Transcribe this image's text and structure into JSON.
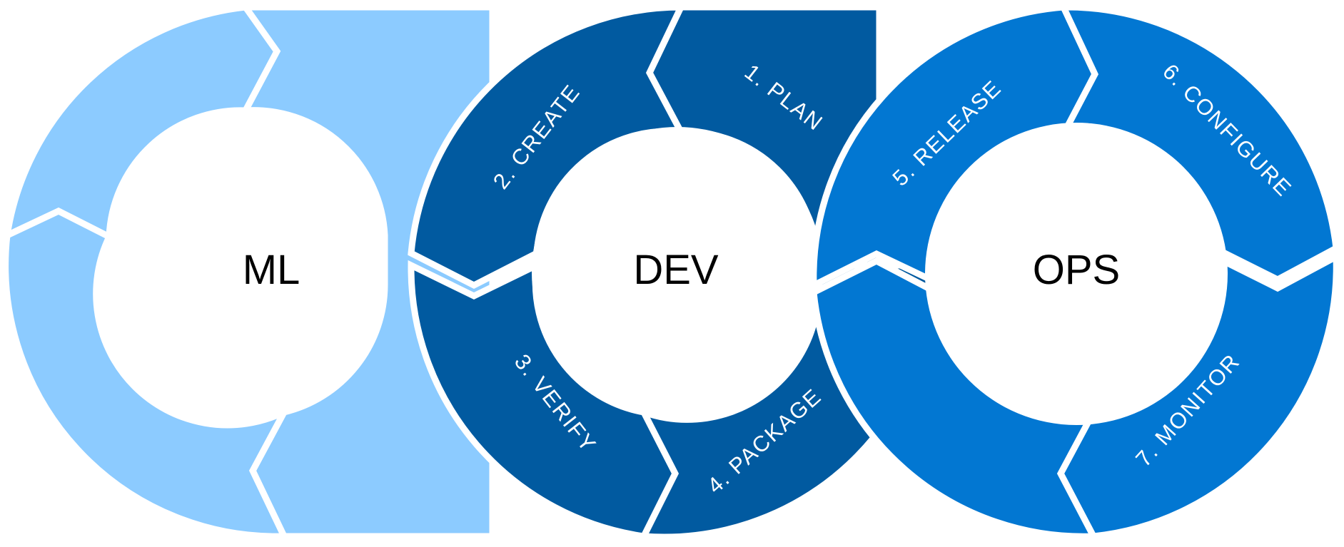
{
  "colors": {
    "ml": "#8ccbff",
    "dev": "#015aa0",
    "ops": "#0277d2",
    "gap": "#ffffff",
    "center_text": "#000000",
    "step_text": "#ffffff"
  },
  "loops": [
    {
      "key": "ml",
      "label": "ML",
      "color": "#8ccbff"
    },
    {
      "key": "dev",
      "label": "DEV",
      "color": "#015aa0"
    },
    {
      "key": "ops",
      "label": "OPS",
      "color": "#0277d2"
    }
  ],
  "steps": [
    {
      "label": "1. PLAN",
      "loop": "dev"
    },
    {
      "label": "2. CREATE",
      "loop": "dev"
    },
    {
      "label": "3. VERIFY",
      "loop": "dev"
    },
    {
      "label": "4. PACKAGE",
      "loop": "dev"
    },
    {
      "label": "5. RELEASE",
      "loop": "ops"
    },
    {
      "label": "6. CONFIGURE",
      "loop": "ops"
    },
    {
      "label": "7. MONITOR",
      "loop": "ops"
    }
  ]
}
